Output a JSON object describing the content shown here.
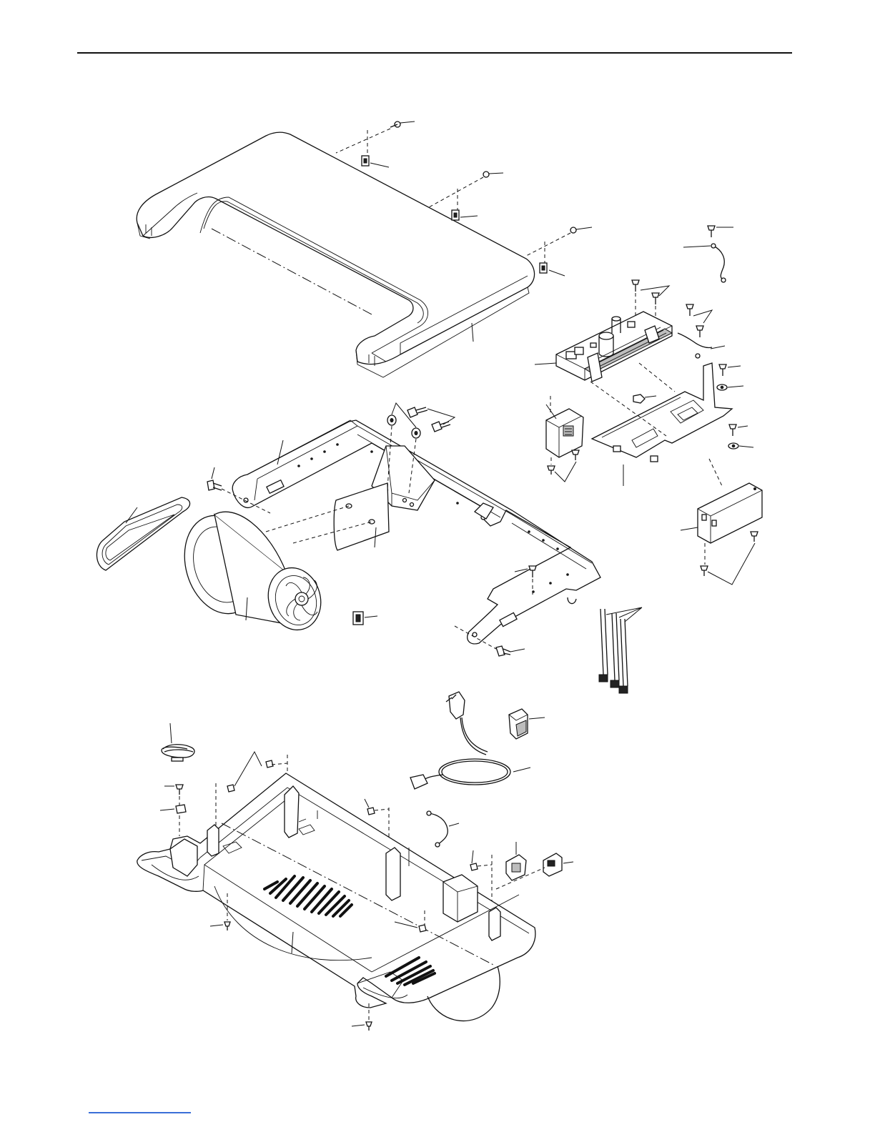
{
  "colors": {
    "line": "#111111",
    "background": "#ffffff",
    "link_underline": "#3a6fd8"
  },
  "parts": [
    "hood-screw",
    "hood-clip",
    "hood",
    "ground-screw",
    "ground-wire",
    "controller-screw",
    "controller",
    "controller-bracket",
    "ferrite",
    "choke",
    "filter",
    "frame",
    "frame-bolt",
    "motor",
    "drive-belt",
    "belly-pan",
    "grommet",
    "cable-tie",
    "power-cord",
    "rocker-switch",
    "circuit-breaker",
    "power-receptacle",
    "base",
    "sensor-wire",
    "base-screw"
  ]
}
